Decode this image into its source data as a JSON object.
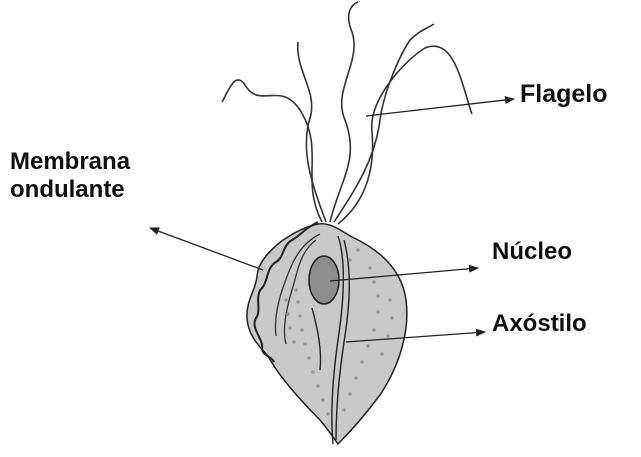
{
  "labels": {
    "flagelo": "Flagelo",
    "membrana_line1": "Membrana",
    "membrana_line2": "ondulante",
    "nucleo": "Núcleo",
    "axostilo": "Axóstilo"
  },
  "colors": {
    "body_fill": "#c9c9c9",
    "nucleus_fill": "#8e8e8e",
    "stroke": "#222222",
    "dots": "#9a9a9a"
  }
}
